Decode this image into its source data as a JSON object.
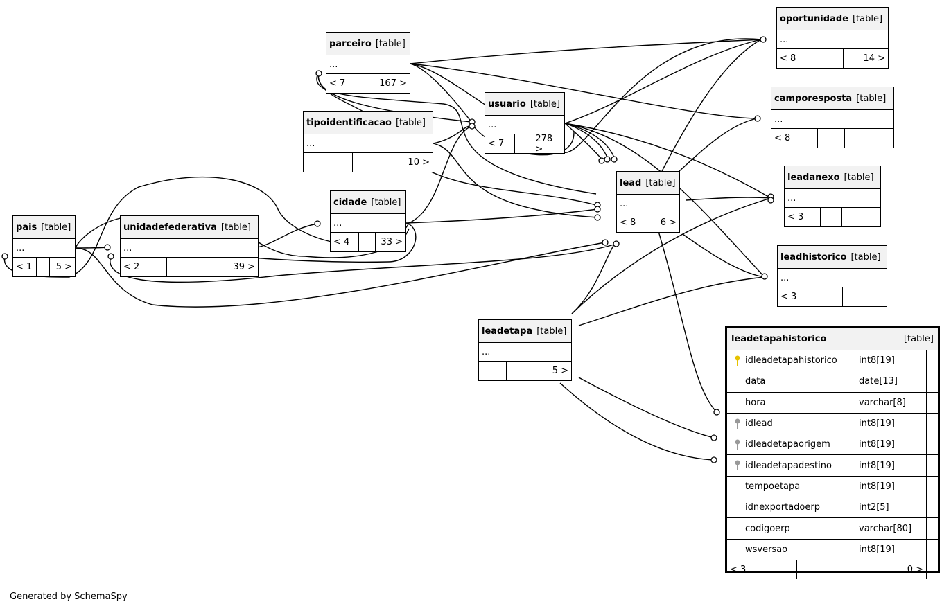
{
  "tables": [
    {
      "id": "oportunidade",
      "name": "oportunidade",
      "tag": "[table]",
      "dots": "...",
      "foot": [
        "< 8",
        "",
        "14 >"
      ]
    },
    {
      "id": "parceiro",
      "name": "parceiro",
      "tag": "[table]",
      "dots": "...",
      "foot": [
        "< 7",
        "",
        "167 >"
      ]
    },
    {
      "id": "usuario",
      "name": "usuario",
      "tag": "[table]",
      "dots": "...",
      "foot": [
        "< 7",
        "",
        "278 >"
      ]
    },
    {
      "id": "camporesposta",
      "name": "camporesposta",
      "tag": "[table]",
      "dots": "...",
      "foot": [
        "< 8",
        "",
        ""
      ]
    },
    {
      "id": "tipoidentificacao",
      "name": "tipoidentificacao",
      "tag": "[table]",
      "dots": "...",
      "foot": [
        "",
        "",
        "10 >"
      ]
    },
    {
      "id": "lead",
      "name": "lead",
      "tag": "[table]",
      "dots": "...",
      "foot": [
        "< 8",
        "6 >"
      ]
    },
    {
      "id": "leadanexo",
      "name": "leadanexo",
      "tag": "[table]",
      "dots": "...",
      "foot": [
        "< 3",
        "",
        ""
      ]
    },
    {
      "id": "cidade",
      "name": "cidade",
      "tag": "[table]",
      "dots": "...",
      "foot": [
        "< 4",
        "",
        "33 >"
      ]
    },
    {
      "id": "pais",
      "name": "pais",
      "tag": "[table]",
      "dots": "...",
      "foot": [
        "< 1",
        "",
        "5 >"
      ]
    },
    {
      "id": "unidadefederativa",
      "name": "unidadefederativa",
      "tag": "[table]",
      "dots": "...",
      "foot": [
        "< 2",
        "",
        "39 >"
      ]
    },
    {
      "id": "leadhistorico",
      "name": "leadhistorico",
      "tag": "[table]",
      "dots": "...",
      "foot": [
        "< 3",
        "",
        ""
      ]
    },
    {
      "id": "leadetapa",
      "name": "leadetapa",
      "tag": "[table]",
      "dots": "...",
      "foot": [
        "",
        "",
        "5 >"
      ]
    }
  ],
  "leadetapahistorico": {
    "name": "leadetapahistorico",
    "tag": "[table]",
    "columns": [
      {
        "name": "idleadetapahistorico",
        "type": "int8[19]",
        "key": "primary"
      },
      {
        "name": "data",
        "type": "date[13]",
        "key": ""
      },
      {
        "name": "hora",
        "type": "varchar[8]",
        "key": ""
      },
      {
        "name": "idlead",
        "type": "int8[19]",
        "key": "foreign"
      },
      {
        "name": "idleadetapaorigem",
        "type": "int8[19]",
        "key": "foreign"
      },
      {
        "name": "idleadetapadestino",
        "type": "int8[19]",
        "key": "foreign"
      },
      {
        "name": "tempoetapa",
        "type": "int8[19]",
        "key": ""
      },
      {
        "name": "idnexportadoerp",
        "type": "int2[5]",
        "key": ""
      },
      {
        "name": "codigoerp",
        "type": "varchar[80]",
        "key": ""
      },
      {
        "name": "wsversao",
        "type": "int8[19]",
        "key": ""
      }
    ],
    "foot": [
      "< 3",
      "",
      "0 >"
    ]
  },
  "footer": "Generated by SchemaSpy",
  "colors": {
    "header_bg": "#f2f2f2",
    "line": "#000000",
    "primary_key": "#e6c200",
    "foreign_key": "#999999"
  }
}
